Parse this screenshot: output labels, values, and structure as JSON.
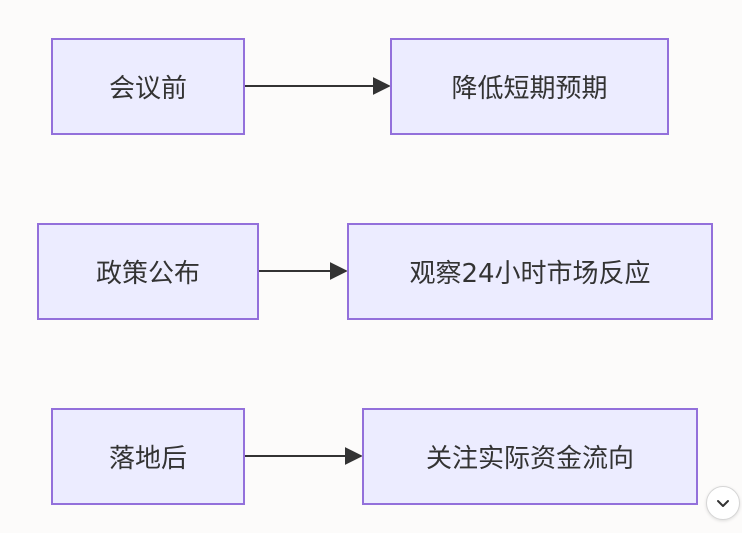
{
  "flowchart": {
    "rows": [
      {
        "stage": "会议前",
        "action": "降低短期预期"
      },
      {
        "stage": "政策公布",
        "action": "观察24小时市场反应"
      },
      {
        "stage": "落地后",
        "action": "关注实际资金流向"
      }
    ]
  },
  "colors": {
    "node_fill": "#ececff",
    "node_border": "#9370db",
    "edge": "#333333",
    "text": "#333333"
  },
  "controls": {
    "scroll_down_icon": "chevron-down-icon"
  }
}
